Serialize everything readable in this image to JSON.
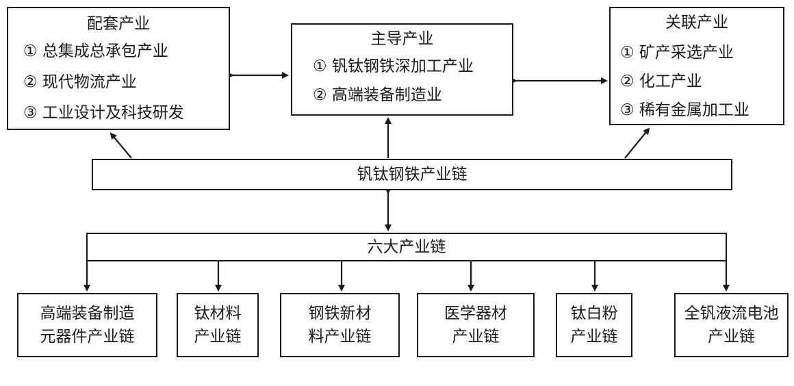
{
  "support": {
    "title": "配套产业",
    "items": [
      "① 总集成总承包产业",
      "② 现代物流产业",
      "③ 工业设计及科技研发"
    ]
  },
  "main": {
    "title": "主导产业",
    "items": [
      "① 钒钛钢铁深加工产业",
      "② 高端装备制造业"
    ]
  },
  "related": {
    "title": "关联产业",
    "items": [
      "① 矿产采选产业",
      "② 化工产业",
      "③ 稀有金属加工业"
    ]
  },
  "chain": {
    "label": "钒钛钢铁产业链"
  },
  "six": {
    "label": "六大产业链"
  },
  "leaves": [
    {
      "line1": "高端装备制造",
      "line2": "元器件产业链"
    },
    {
      "line1": "钛材料",
      "line2": "产业链"
    },
    {
      "line1": "钢铁新材",
      "line2": "料产业链"
    },
    {
      "line1": "医学器材",
      "line2": "产业链"
    },
    {
      "line1": "钛白粉",
      "line2": "产业链"
    },
    {
      "line1": "全钒液流电池",
      "line2": "产业链"
    }
  ]
}
